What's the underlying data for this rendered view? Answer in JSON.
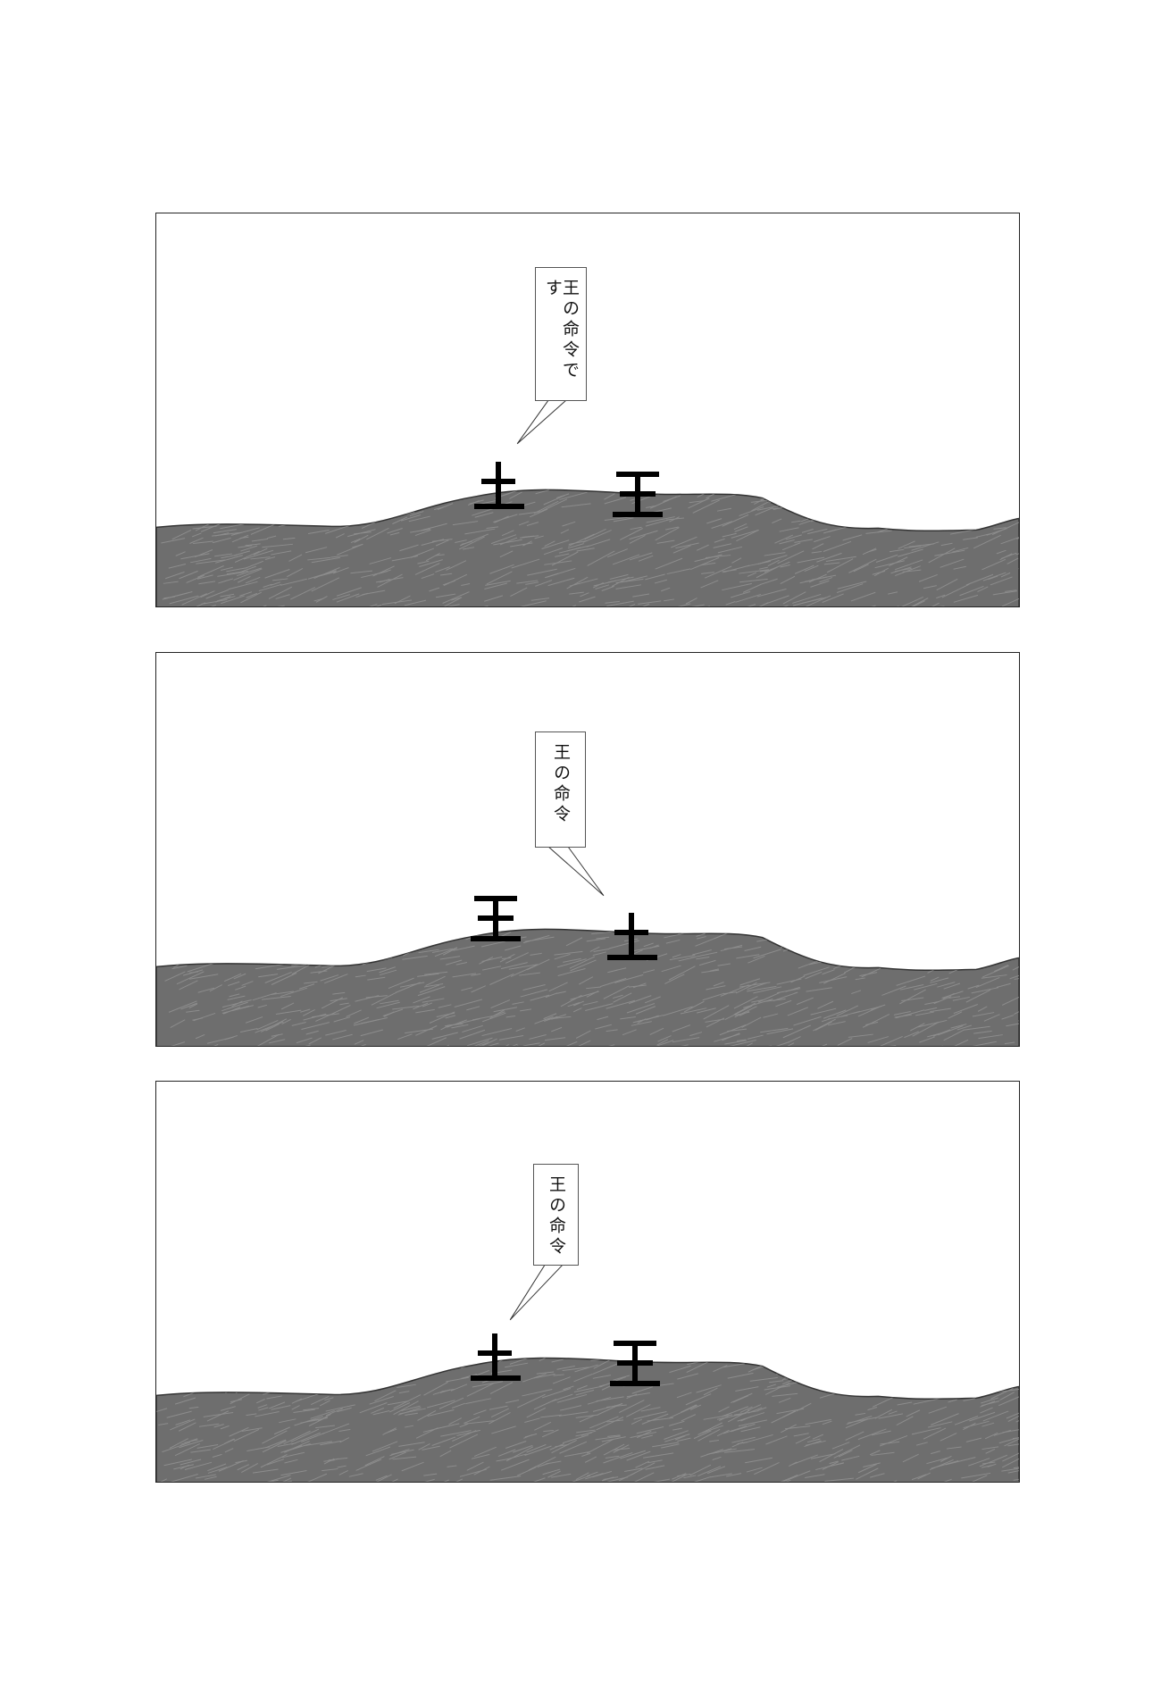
{
  "panels": [
    {
      "speech": "王の命令です",
      "speaker": "soldier",
      "left_figure": "soldier",
      "right_figure": "king"
    },
    {
      "speech": "王の命令",
      "speaker": "soldier",
      "left_figure": "king",
      "right_figure": "soldier"
    },
    {
      "speech": "王の命令",
      "speaker": "soldier",
      "left_figure": "soldier",
      "right_figure": "king"
    }
  ],
  "colors": {
    "ground": "#6e6e6e",
    "ground_texture": "#9a9a9a",
    "border": "#222222"
  }
}
